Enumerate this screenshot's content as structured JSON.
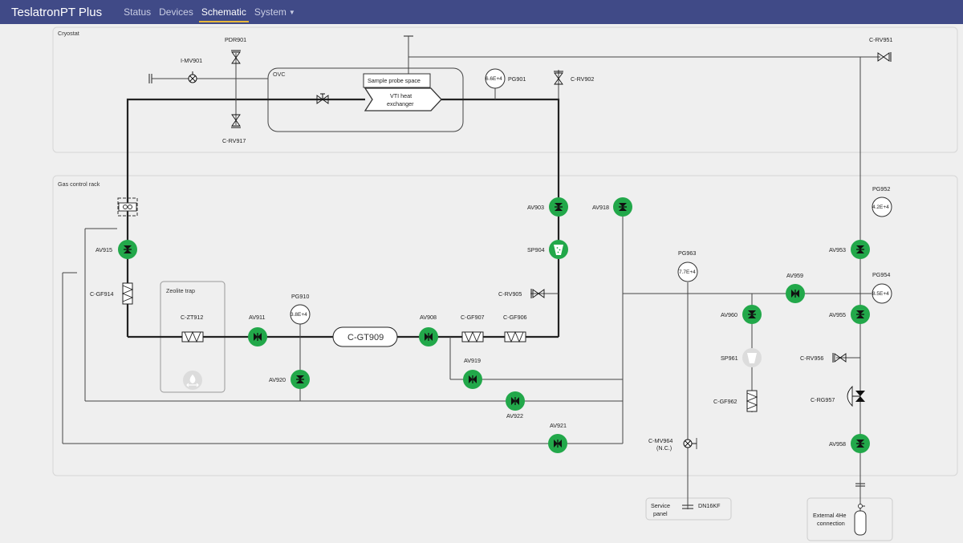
{
  "app": {
    "title": "TeslatronPT Plus"
  },
  "nav": [
    {
      "label": "Status",
      "active": false
    },
    {
      "label": "Devices",
      "active": false
    },
    {
      "label": "Schematic",
      "active": true
    },
    {
      "label": "System",
      "active": false,
      "dropdown": true
    }
  ],
  "sections": {
    "cryostat": "Cryostat",
    "gas_rack": "Gas control rack",
    "ovc": "OVC",
    "zeolite": "Zeolite trap",
    "service_line1": "Service",
    "service_line2": "panel",
    "external_line1": "External 4He",
    "external_line2": "connection"
  },
  "components": {
    "sample_probe": "Sample probe space",
    "vti_line1": "VTI heat",
    "vti_line2": "exchanger",
    "cgt909": "C-GT909",
    "dn16kf": "DN16KF"
  },
  "valves": {
    "av903": "AV903",
    "av915": "AV915",
    "av918": "AV918",
    "av911": "AV911",
    "av908": "AV908",
    "av919": "AV919",
    "av920": "AV920",
    "av922": "AV922",
    "av921": "AV921",
    "av959": "AV959",
    "av960": "AV960",
    "av953": "AV953",
    "av955": "AV955",
    "av958": "AV958"
  },
  "manual": {
    "imv901": "I-MV901",
    "pdr901": "PDR901",
    "crv917": "C-RV917",
    "crv902": "C-RV902",
    "crv951": "C-RV951",
    "crv905": "C-RV905",
    "crv956": "C-RV956",
    "crg957": "C-RG957",
    "cmv964_line1": "C-MV964",
    "cmv964_line2": "(N.C.)"
  },
  "filters": {
    "cgf914": "C-GF914",
    "czt912": "C-ZT912",
    "cgf907": "C-GF907",
    "cgf906": "C-GF906",
    "cgf962": "C-GF962"
  },
  "pumps": {
    "sp904": "SP904",
    "sp961": "SP961"
  },
  "gauges": {
    "pg901": {
      "label": "PG901",
      "value": "6.6E+4"
    },
    "pg910": {
      "label": "PG910",
      "value": "3.8E+4"
    },
    "pg963": {
      "label": "PG963",
      "value": "7.7E+4"
    },
    "pg952": {
      "label": "PG952",
      "value": "4.2E+4"
    },
    "pg954": {
      "label": "PG954",
      "value": "8.5E+4"
    }
  },
  "colors": {
    "navbar": "#404a87",
    "active_underline": "#e9b93a",
    "valve_open": "#22a84a",
    "pipe": "#444444"
  }
}
